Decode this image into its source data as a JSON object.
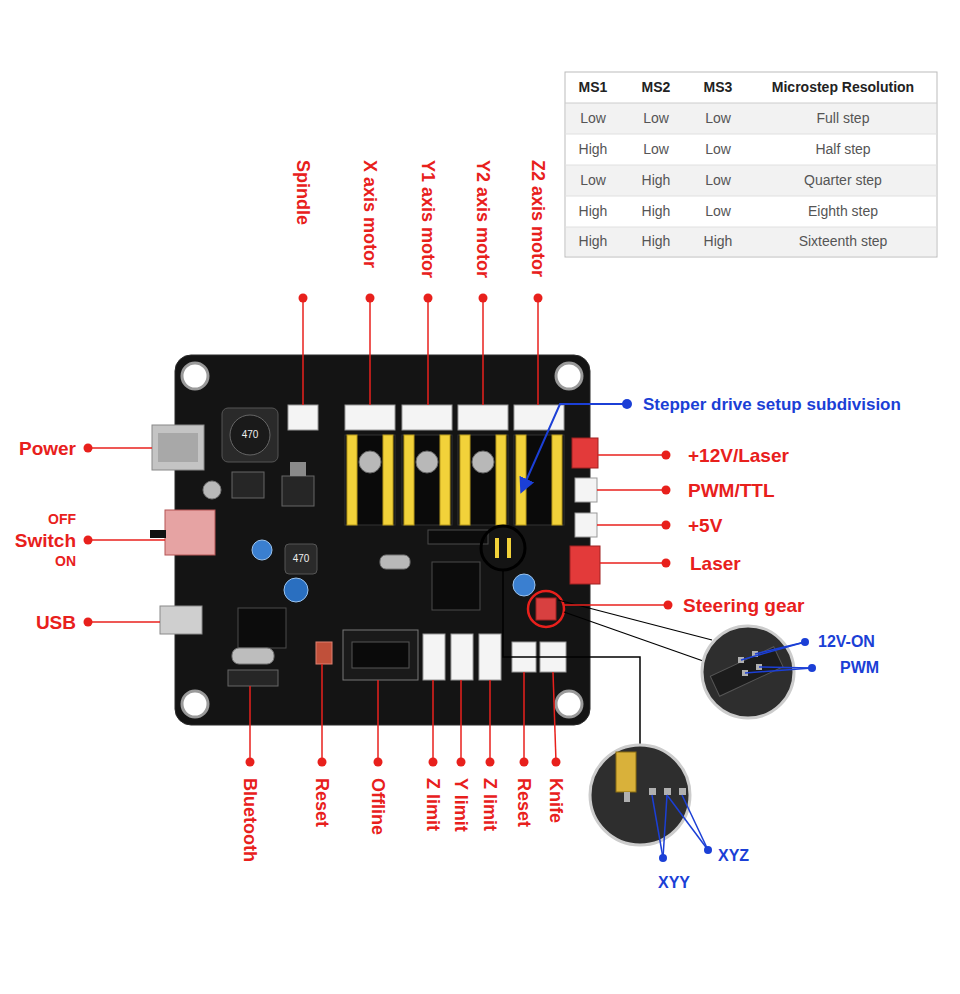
{
  "diagram": {
    "labels": [
      "MS1",
      "MS2",
      "MS3",
      "Microstep Resolution",
      "Low",
      "Low",
      "Low",
      "Full step",
      "High",
      "Low",
      "Low",
      "Half step",
      "Low",
      "High",
      "Low",
      "Quarter step",
      "High",
      "High",
      "Low",
      "Eighth step",
      "High",
      "High",
      "High",
      "Sixteenth step",
      "Spindle",
      "X axis motor",
      "Y1 axis motor",
      "Y2 axis motor",
      "Z2 axis motor",
      "Stepper drive setup subdivision",
      "Power",
      "+12V/Laser",
      "OFF",
      "Switch",
      "ON",
      "PWM/TTL",
      "+5V",
      "Laser",
      "USB",
      "Steering gear",
      "12V-ON",
      "PWM",
      "Bluetooth",
      "Reset",
      "Offline",
      "Z limit",
      "Y limit",
      "Z limit",
      "Reset",
      "Knife",
      "XYZ",
      "XYY",
      "470",
      "470"
    ]
  }
}
